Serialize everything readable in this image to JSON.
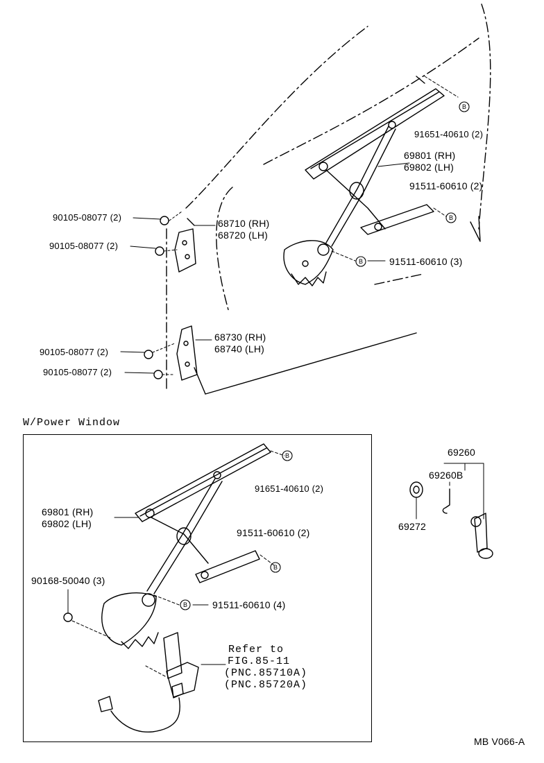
{
  "main_diagram": {
    "labels": {
      "p91651_top": "91651-40610 (2)",
      "p69801_top": "69801 (RH)",
      "p69802_top": "69802 (LH)",
      "p91511_top_a": "91511-60610 (2)",
      "p91511_top_b": "91511-60610 (3)",
      "p90105_a": "90105-08077 (2)",
      "p90105_b": "90105-08077 (2)",
      "p90105_c": "90105-08077 (2)",
      "p90105_d": "90105-08077 (2)",
      "p68710": "68710 (RH)",
      "p68720": "68720 (LH)",
      "p68730": "68730 (RH)",
      "p68740": "68740 (LH)"
    }
  },
  "power_window": {
    "section_title": "W/Power Window",
    "labels": {
      "p91651": "91651-40610 (2)",
      "p69801": "69801 (RH)",
      "p69802": "69802 (LH)",
      "p91511_a": "91511-60610 (2)",
      "p91511_b": "91511-60610 (4)",
      "p90168": "90168-50040 (3)",
      "refer_line1": "Refer to",
      "refer_line2": "FIG.85-11",
      "refer_line3": "(PNC.85710A)",
      "refer_line4": "(PNC.85720A)"
    }
  },
  "handle_group": {
    "labels": {
      "p69260": "69260",
      "p69260B": "69260B",
      "p69272": "69272"
    }
  },
  "marker_letter": "B",
  "figure_code": "MB V066-A"
}
